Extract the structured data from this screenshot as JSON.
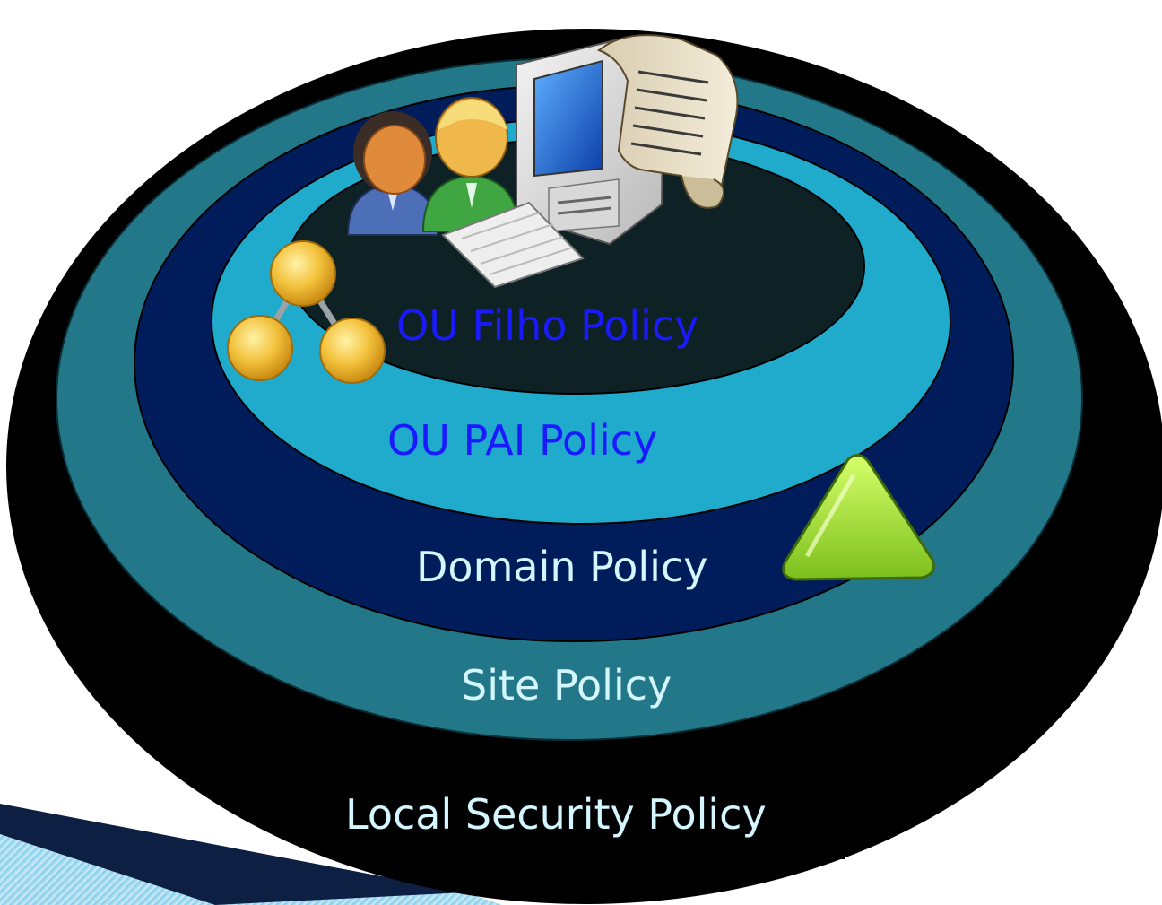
{
  "rings": {
    "ou_filho": "OU Filho Policy",
    "ou_pai": "OU PAI Policy",
    "domain": "Domain Policy",
    "site": "Site Policy",
    "local": "Local Security Policy"
  },
  "colors": {
    "local_ring": "#000000",
    "site_ring": "#227788",
    "domain_ring": "#001c5a",
    "ou_pai_ring": "#20aacc",
    "ou_filho_core": "#0e2226",
    "ou_label": "#1a1aff",
    "ring_label": "#d4f7ff",
    "arrow": "#9ed82c"
  },
  "icons": [
    "users-icon",
    "computer-icon",
    "policy-scroll-icon",
    "org-unit-tree-icon",
    "warning-triangle-icon"
  ]
}
